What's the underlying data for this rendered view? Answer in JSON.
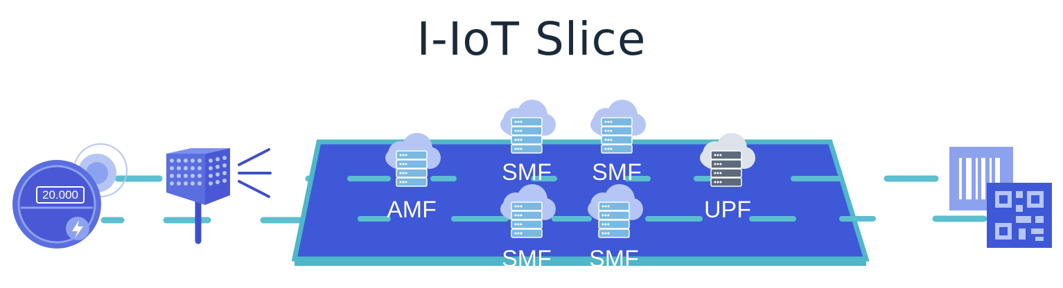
{
  "title": "I-IoT Slice",
  "meter": {
    "reading": "20.000"
  },
  "network_functions": [
    {
      "id": "amf",
      "label": "AMF"
    },
    {
      "id": "smf-top-1",
      "label": "SMF"
    },
    {
      "id": "smf-top-2",
      "label": "SMF"
    },
    {
      "id": "upf",
      "label": "UPF"
    },
    {
      "id": "smf-bottom-1",
      "label": "SMF"
    },
    {
      "id": "smf-bottom-2",
      "label": "SMF"
    }
  ],
  "colors": {
    "platform": "#3e58d8",
    "platform_border": "#4fb7c9",
    "link": "#5bbfcf",
    "device": "#5a6ee0",
    "cloud": "#b5c6f5",
    "server": "#7ab9e2",
    "upf_server": "#5c6a7c"
  },
  "icons": [
    "smart-meter-icon",
    "sensor-icon",
    "barcode-icon",
    "qr-code-icon",
    "cloud-server-icon"
  ]
}
